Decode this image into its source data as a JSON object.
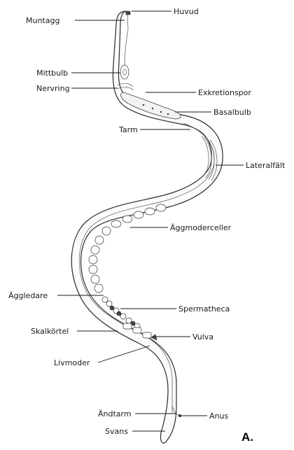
{
  "labels": {
    "muntagg": "Muntagg",
    "huvud": "Huvud",
    "mittbulb": "Mittbulb",
    "nervring": "Nervring",
    "exkretionspor": "Exkretionspor",
    "basalbulb": "Basalbulb",
    "tarm": "Tarm",
    "lateralfalt": "Lateralfält",
    "aggmoderceller": "Äggmoderceller",
    "aggledare": "Äggledare",
    "spermatheca": "Spermatheca",
    "skalkortel": "Skalkörtel",
    "vulva": "Vulva",
    "livmoder": "Livmoder",
    "andtarm": "Ändtarm",
    "anus": "Anus",
    "svans": "Svans"
  },
  "panel_letter": "A."
}
